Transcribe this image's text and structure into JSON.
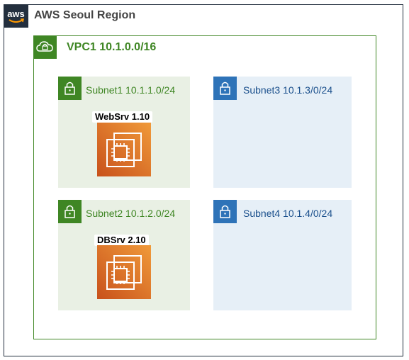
{
  "region": {
    "title": "AWS Seoul Region",
    "logo_text": "aws",
    "icon": "aws-logo-icon"
  },
  "vpc": {
    "title": "VPC1  10.1.0.0/16",
    "icon": "cloud-lock-icon"
  },
  "subnets": [
    {
      "label": "Subnet1 10.1.1.0/24",
      "icon": "lock-icon",
      "color": "#3f8624"
    },
    {
      "label": "Subnet3 10.1.3/0/24",
      "icon": "lock-icon",
      "color": "#2e73b8"
    },
    {
      "label": "Subnet2 10.1.2.0/24",
      "icon": "lock-icon",
      "color": "#3f8624"
    },
    {
      "label": "Subnet4 10.1.4/0/24",
      "icon": "lock-icon",
      "color": "#2e73b8"
    }
  ],
  "servers": [
    {
      "label": "WebSrv 1.10",
      "icon": "ec2-instance-icon"
    },
    {
      "label": "DBSrv 2.10",
      "icon": "ec2-instance-icon"
    }
  ],
  "colors": {
    "region_border": "#232f3e",
    "vpc": "#3f8624",
    "private_subnet": "#3f8624",
    "public_subnet": "#2e73b8",
    "ec2_gradient": [
      "#c8511b",
      "#f09a3a"
    ]
  }
}
